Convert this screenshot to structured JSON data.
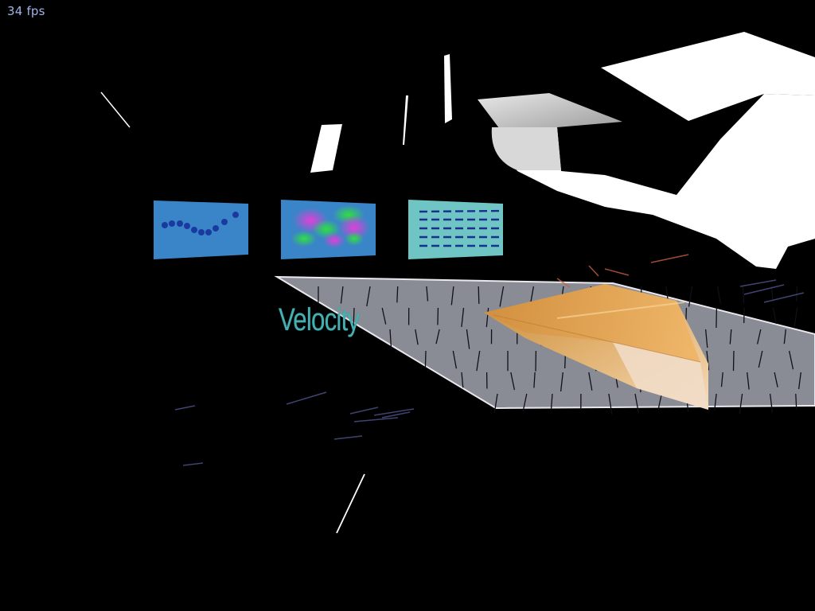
{
  "hud": {
    "fps_text": "34 fps"
  },
  "scene": {
    "velocity_label": "Velocity",
    "panels": [
      {
        "name": "particle-trail-panel",
        "icon": "wave-dots-icon"
      },
      {
        "name": "density-blob-panel",
        "icon": "color-blobs-icon"
      },
      {
        "name": "vector-field-panel",
        "icon": "dashed-lines-icon"
      }
    ],
    "colors": {
      "background": "#000000",
      "hud_text": "#9fb4e8",
      "velocity_label": "#45b0b2",
      "panel_blue": "#3a85c8",
      "panel_teal": "#6fc4c4",
      "plane_fill": "#8a8c95",
      "wedge": "#d9a760"
    }
  }
}
